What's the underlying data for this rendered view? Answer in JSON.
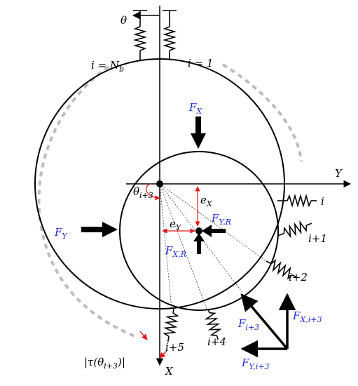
{
  "colors": {
    "ink": "#000000",
    "force_label": "#1f2bd6",
    "dimension": "#e8141b",
    "dashed_arc": "#bdbdbd"
  },
  "axes": {
    "theta": "θ",
    "y": "Y",
    "x": "X"
  },
  "labels": {
    "i_nb": "i = N",
    "i_nb_sub": "b",
    "i_one": "i = 1",
    "force_x": "F",
    "force_x_sub": "X",
    "force_y": "F",
    "force_y_sub": "Y",
    "force_yr": "F",
    "force_yr_sub": "Y,R",
    "force_xr": "F",
    "force_xr_sub": "X,R",
    "ecc_x": "e",
    "ecc_x_sub": "X",
    "ecc_y": "e",
    "ecc_y_sub": "Y",
    "theta_i3": "θ",
    "theta_i3_sub": "i+3",
    "spring_i": "i",
    "spring_i1": "i+1",
    "spring_i2": "i+2",
    "spring_i4": "i+4",
    "spring_i5": "i+5",
    "f_i3": "F",
    "f_i3_sub": "i+3",
    "f_xi3": "F",
    "f_xi3_sub": "X,i+3",
    "f_yi3": "F",
    "f_yi3_sub": "Y,i+3",
    "tau_label": "|τ(θ",
    "tau_sub": "i+3",
    "tau_tail": ")|"
  }
}
